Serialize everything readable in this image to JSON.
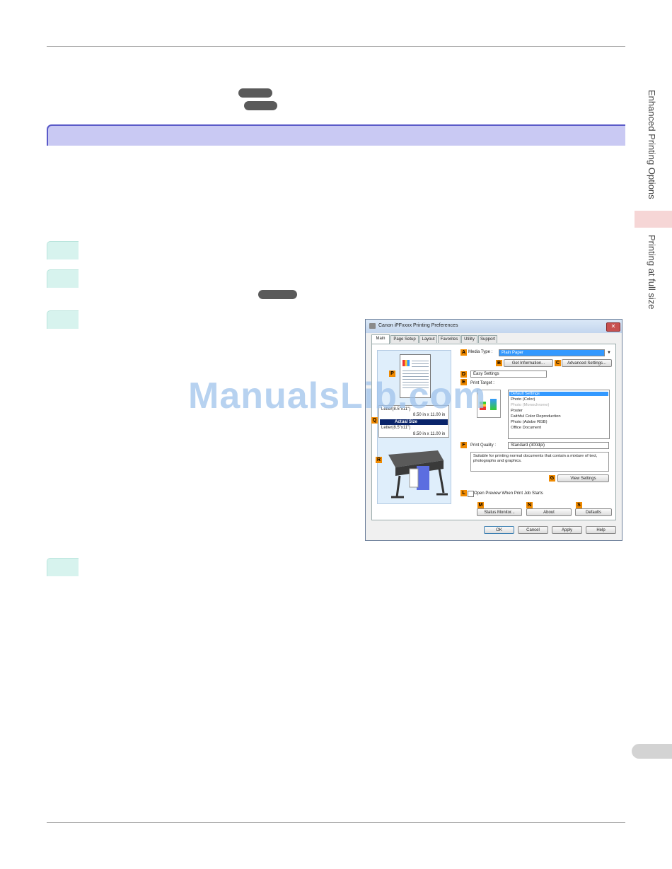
{
  "side": {
    "section_title": "Enhanced Printing Options",
    "subsection_title": "Printing at full size"
  },
  "watermark": "ManualsLib.com",
  "dialog": {
    "title": "Canon iPFxxxx Printing Preferences",
    "close": "✕",
    "tabs": [
      "Main",
      "Page Setup",
      "Layout",
      "Favorites",
      "Utility",
      "Support"
    ],
    "markers": {
      "A": "A",
      "B": "B",
      "C": "C",
      "D": "D",
      "E": "E",
      "F": "F",
      "G": "G",
      "L": "L",
      "M": "M",
      "N": "N",
      "S": "S",
      "P": "P",
      "Q": "Q",
      "R": "R"
    },
    "media_type_label": "Media Type :",
    "media_type_value": "Plain Paper",
    "get_information": "Get Information...",
    "advanced_settings": "Advanced Settings...",
    "settings_mode": "Easy Settings",
    "print_target_label": "Print Target :",
    "print_targets": [
      "Default Settings",
      "Photo (Color)",
      "Photo (Monochrome)",
      "Poster",
      "Faithful Color Reproduction",
      "Photo (Adobe RGB)",
      "Office Document"
    ],
    "print_quality_label": "Print Quality :",
    "print_quality_value": "Standard (300dpi)",
    "description": "Suitable for printing normal documents that contain a mixture of text, photographs and graphics.",
    "view_settings": "View Settings",
    "open_preview": "Open Preview When Print Job Starts",
    "status_monitor": "Status Monitor...",
    "about": "About",
    "defaults": "Defaults",
    "ok": "OK",
    "cancel": "Cancel",
    "apply": "Apply",
    "help": "Help",
    "size_top_label": "Letter(8.5\"x11\")",
    "size_top_dims": "8.50 in x 11.00 in",
    "actual_size": "Actual Size",
    "size_bottom_label": "Letter(8.5\"x11\")",
    "size_bottom_dims": "8.50 in x 11.00 in"
  }
}
